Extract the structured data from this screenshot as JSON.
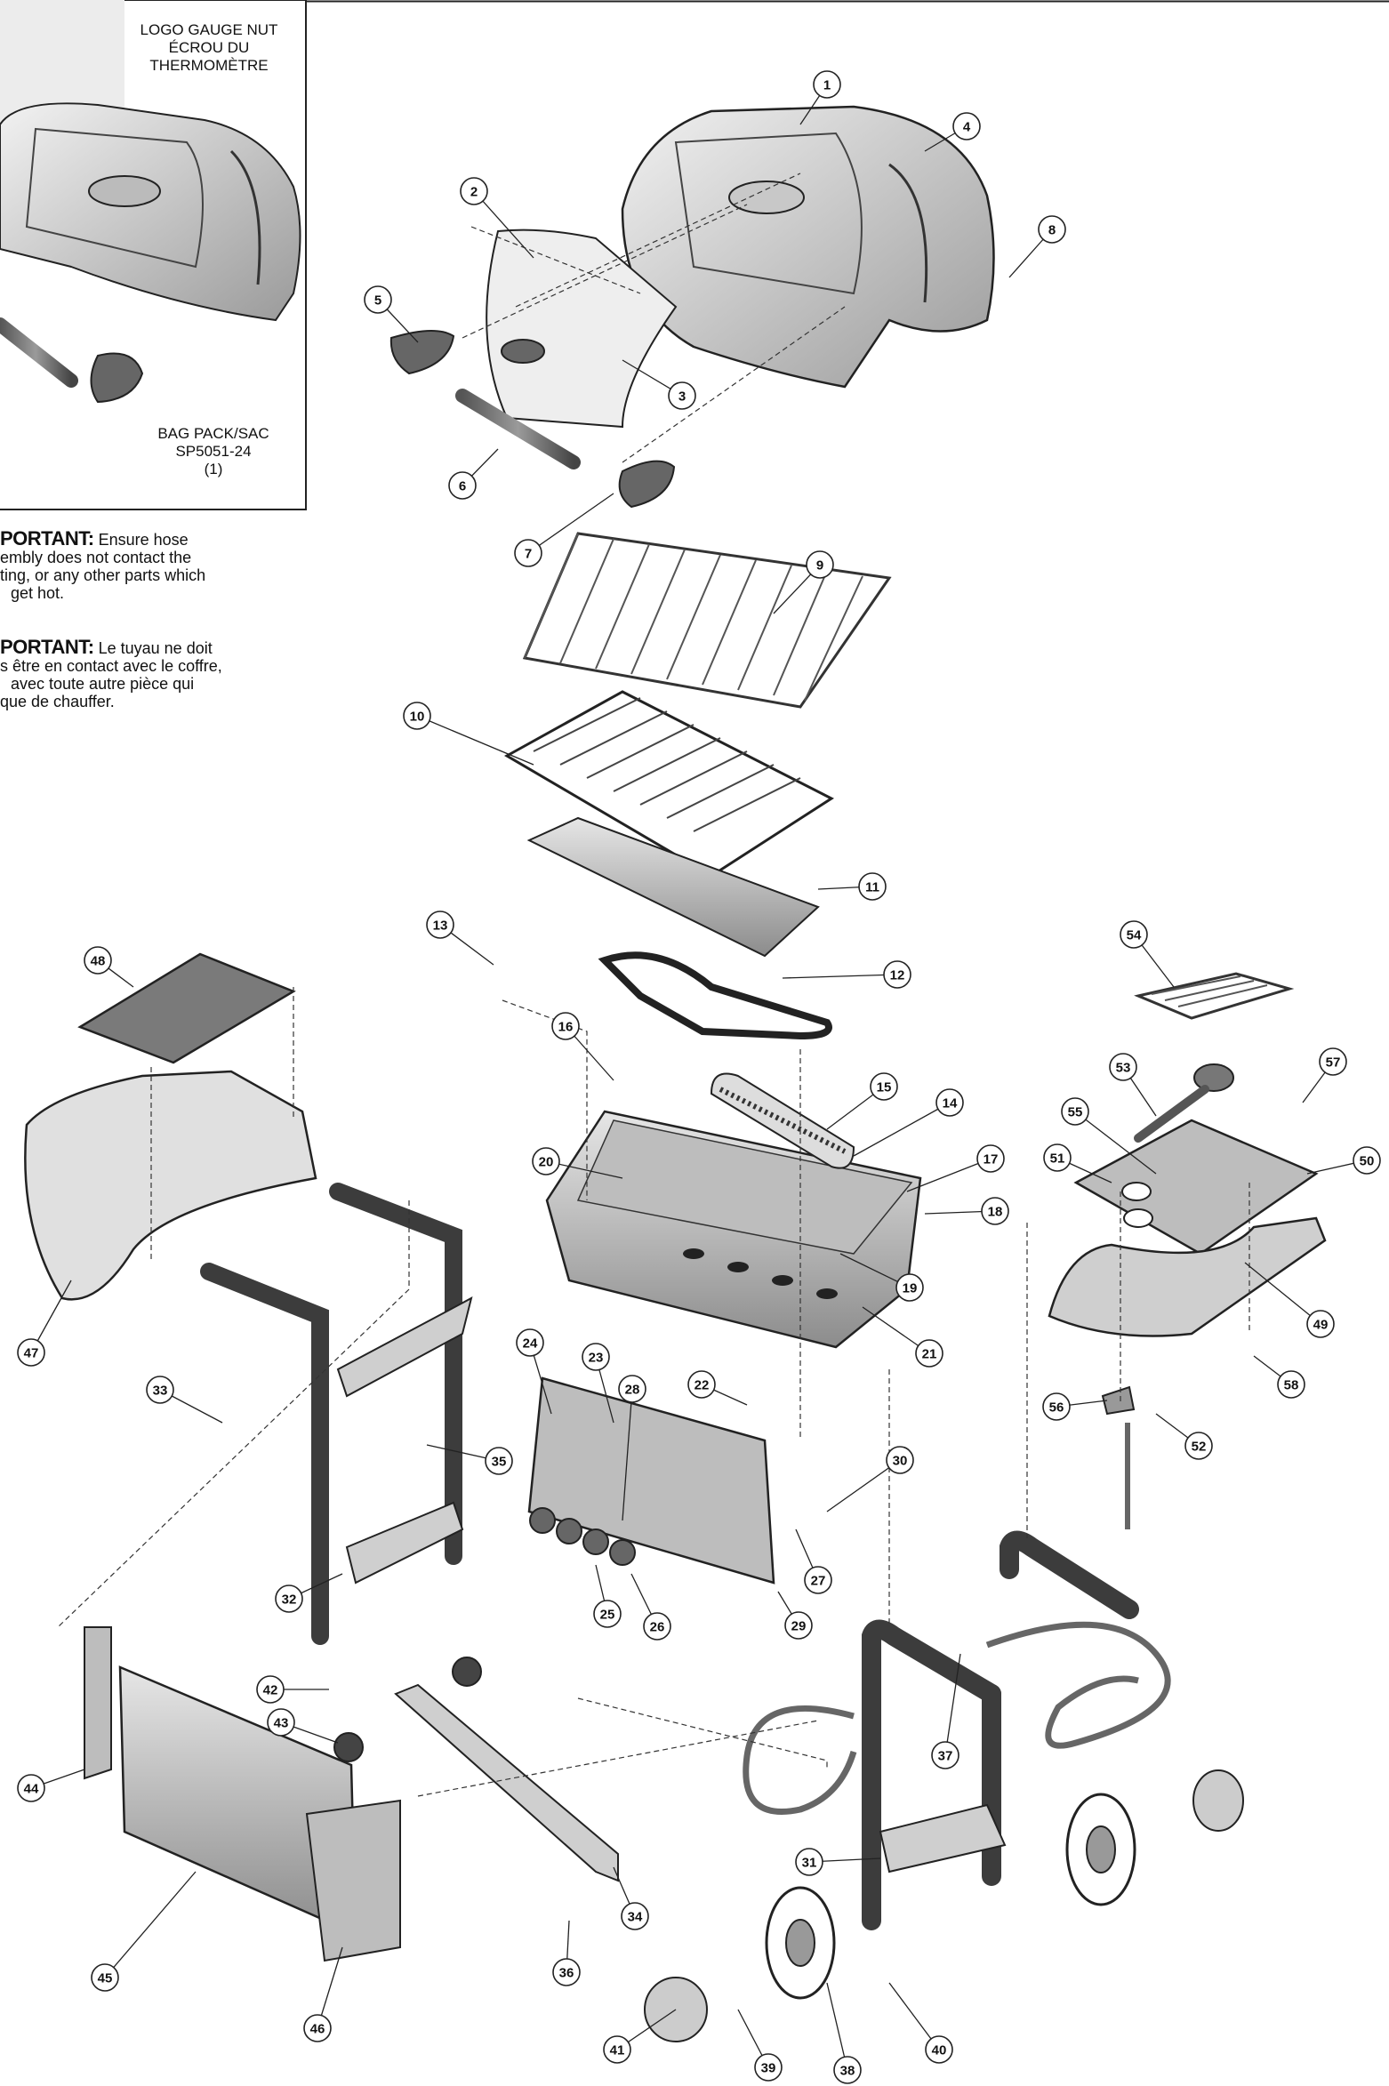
{
  "inset": {
    "logo_gauge_nut": [
      "LOGO GAUGE NUT",
      "ÉCROU DU",
      "THERMOMÈTRE"
    ],
    "bag_pack": [
      "BAG PACK/SAC",
      "SP5051-24",
      "(1)"
    ]
  },
  "notes": {
    "en_heading": "PORTANT:",
    "en_body_1": "Ensure hose",
    "en_lines": [
      "embly does not contact the",
      "ting, or any other parts which",
      "get hot."
    ],
    "fr_heading": "PORTANT:",
    "fr_body_1": "Le tuyau ne doit",
    "fr_lines": [
      "s être en contact avec le coffre,",
      "avec toute autre pièce qui",
      "que de chauffer."
    ]
  },
  "callouts": [
    {
      "n": "1"
    },
    {
      "n": "2"
    },
    {
      "n": "3"
    },
    {
      "n": "4"
    },
    {
      "n": "5"
    },
    {
      "n": "6"
    },
    {
      "n": "7"
    },
    {
      "n": "8"
    },
    {
      "n": "9"
    },
    {
      "n": "10"
    },
    {
      "n": "11"
    },
    {
      "n": "12"
    },
    {
      "n": "13"
    },
    {
      "n": "14"
    },
    {
      "n": "15"
    },
    {
      "n": "16"
    },
    {
      "n": "17"
    },
    {
      "n": "18"
    },
    {
      "n": "19"
    },
    {
      "n": "20"
    },
    {
      "n": "21"
    },
    {
      "n": "22"
    },
    {
      "n": "23"
    },
    {
      "n": "24"
    },
    {
      "n": "25"
    },
    {
      "n": "26"
    },
    {
      "n": "27"
    },
    {
      "n": "28"
    },
    {
      "n": "29"
    },
    {
      "n": "30"
    },
    {
      "n": "31"
    },
    {
      "n": "32"
    },
    {
      "n": "33"
    },
    {
      "n": "34"
    },
    {
      "n": "35"
    },
    {
      "n": "36"
    },
    {
      "n": "37"
    },
    {
      "n": "38"
    },
    {
      "n": "39"
    },
    {
      "n": "40"
    },
    {
      "n": "41"
    },
    {
      "n": "42"
    },
    {
      "n": "43"
    },
    {
      "n": "44"
    },
    {
      "n": "45"
    },
    {
      "n": "46"
    },
    {
      "n": "47"
    },
    {
      "n": "48"
    },
    {
      "n": "49"
    },
    {
      "n": "50"
    },
    {
      "n": "51"
    },
    {
      "n": "52"
    },
    {
      "n": "53"
    },
    {
      "n": "54"
    },
    {
      "n": "55"
    },
    {
      "n": "56"
    },
    {
      "n": "57"
    },
    {
      "n": "58"
    }
  ]
}
